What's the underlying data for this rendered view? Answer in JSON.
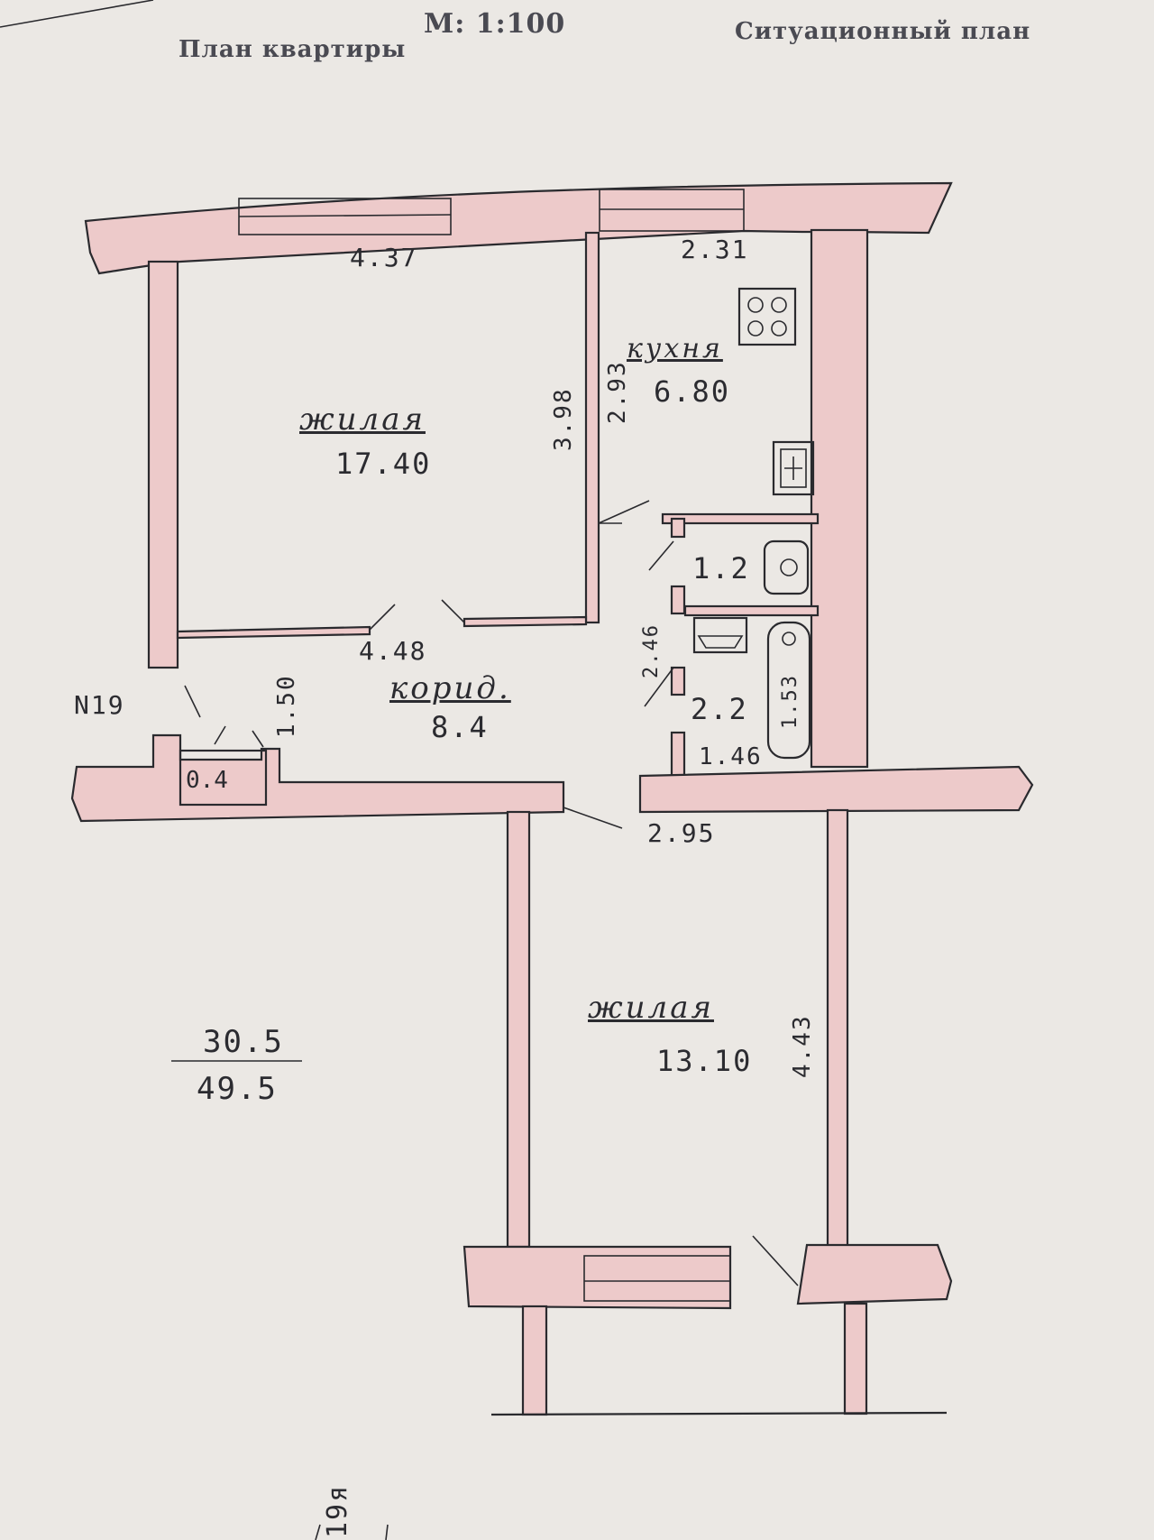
{
  "header": {
    "left_title": "План квартиры",
    "scale": "М: 1:100",
    "right_title": "Ситуационный план"
  },
  "rooms": {
    "living_1": {
      "label": "жилая",
      "area": "17.40",
      "width": "4.37",
      "height": "3.98",
      "bottom": "4.48"
    },
    "kitchen": {
      "label": "кухня",
      "area": "6.80",
      "width": "2.31",
      "height": "2.93"
    },
    "wc": {
      "area": "1.2"
    },
    "bathroom": {
      "area": "2.2",
      "width": "1.46",
      "height": "1.53",
      "side": "2.46"
    },
    "corridor": {
      "label": "корид.",
      "area": "8.4",
      "height": "1.50",
      "door_width": "2.95"
    },
    "closet": {
      "area": "0.4"
    },
    "living_2": {
      "label": "жилая",
      "area": "13.10",
      "height": "4.43"
    }
  },
  "apartment": {
    "number": "N19",
    "living_area": "30.5",
    "total_area": "49.5"
  },
  "footer": {
    "stamp_text": "19я"
  },
  "colors": {
    "wall_fill": "#edcaca",
    "line": "#2a2a2e",
    "paper": "#ebe8e4"
  },
  "icons": [
    "stove-icon",
    "sink-icon",
    "toilet-icon",
    "bathtub-icon",
    "washbasin-icon"
  ]
}
